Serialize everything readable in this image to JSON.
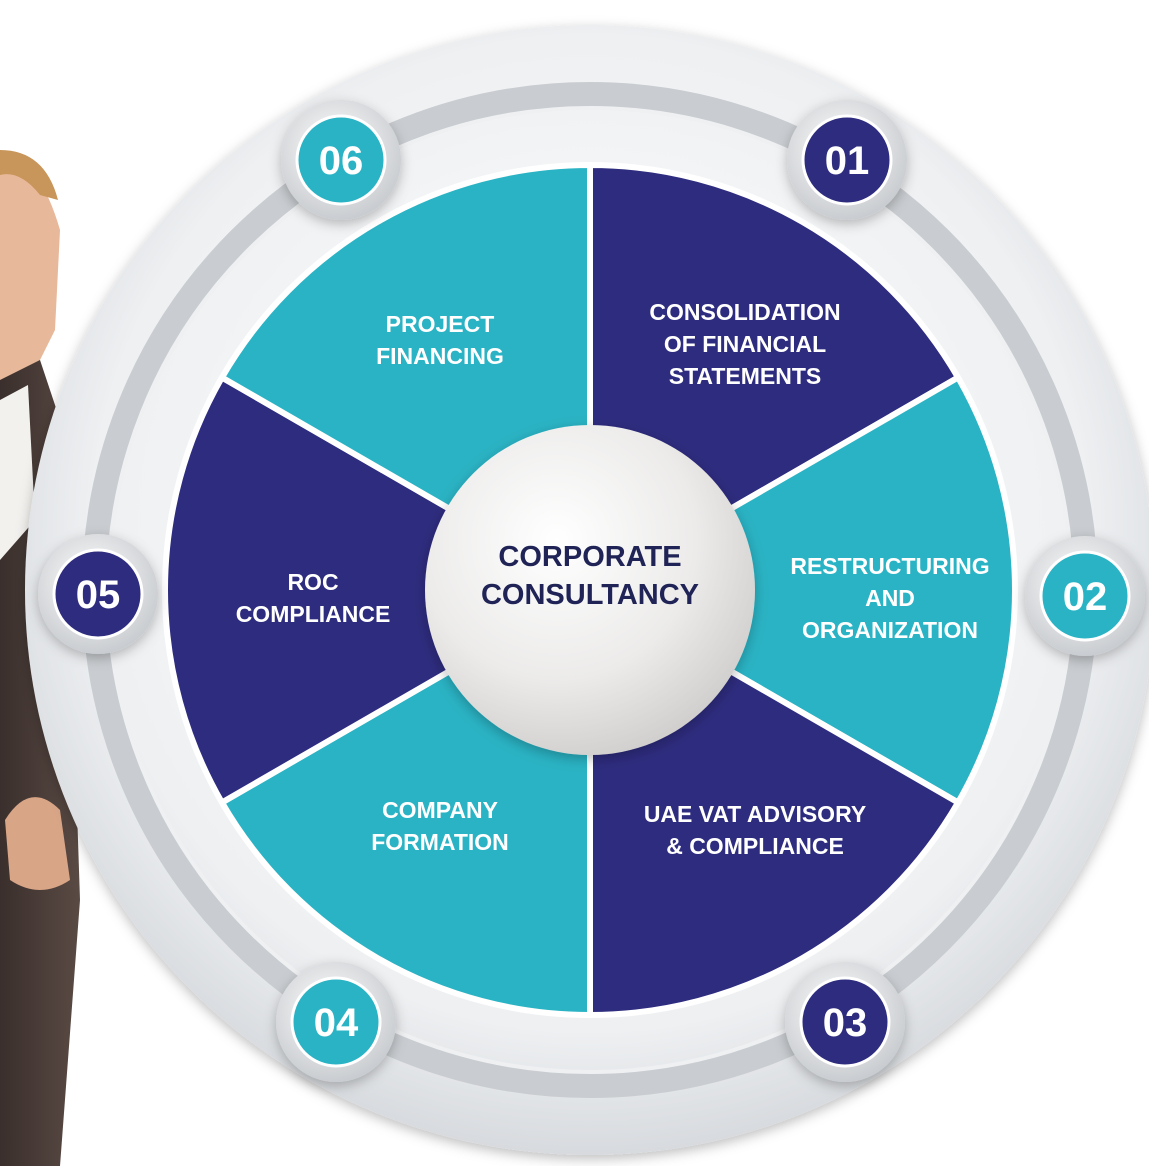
{
  "center": {
    "line1": "CORPORATE",
    "line2": "CONSULTANCY"
  },
  "segments": [
    {
      "number": "01",
      "lines": [
        "CONSOLIDATION",
        "OF FINANCIAL",
        "STATEMENTS"
      ],
      "color": "#2e2c7e"
    },
    {
      "number": "02",
      "lines": [
        "RESTRUCTURING",
        "AND",
        "ORGANIZATION"
      ],
      "color": "#2ab3c4"
    },
    {
      "number": "03",
      "lines": [
        "UAE VAT ADVISORY",
        "& COMPLIANCE"
      ],
      "color": "#2e2c7e"
    },
    {
      "number": "04",
      "lines": [
        "COMPANY",
        "FORMATION"
      ],
      "color": "#2ab3c4"
    },
    {
      "number": "05",
      "lines": [
        "ROC",
        "COMPLIANCE"
      ],
      "color": "#2e2c7e"
    },
    {
      "number": "06",
      "lines": [
        "PROJECT",
        "FINANCING"
      ],
      "color": "#2ab3c4"
    }
  ],
  "colors": {
    "navy": "#2e2c7e",
    "teal": "#2ab3c4",
    "center_text": "#1f2356",
    "ring": "#d9dcdf"
  },
  "icons": {
    "person": "businessman-photo"
  }
}
